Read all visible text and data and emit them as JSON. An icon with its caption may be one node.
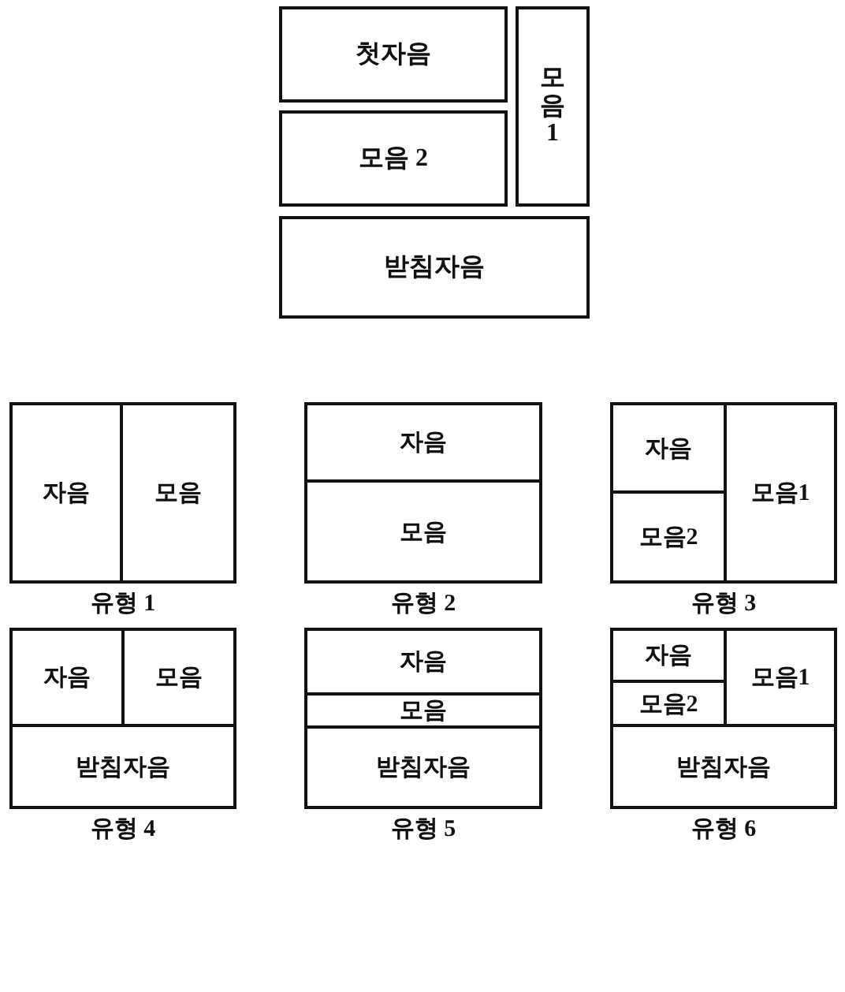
{
  "diagram": {
    "nodes": [
      {
        "text": [
          "첫자음"
        ]
      },
      {
        "text": [
          "모음 2"
        ]
      },
      {
        "text": [
          "모음 1"
        ]
      },
      {
        "text": [
          "받침자음"
        ]
      },
      {
        "text": [],
        "shape": "box",
        "beside": [
          "유형 1"
        ]
      },
      {
        "text": [
          "자음"
        ],
        "in": 4
      },
      {
        "text": [
          "모음"
        ],
        "in": 4
      },
      {
        "text": [],
        "shape": "box",
        "beside": [
          "유형 2"
        ]
      },
      {
        "text": [
          "자음"
        ],
        "in": 7
      },
      {
        "text": [
          "모음"
        ],
        "in": 7
      },
      {
        "text": [],
        "shape": "box",
        "beside": [
          "유형 3"
        ]
      },
      {
        "text": [
          "자음"
        ],
        "in": 10
      },
      {
        "text": [
          "모음1"
        ],
        "in": 10
      },
      {
        "text": [
          "모음2"
        ],
        "in": 10
      },
      {
        "text": [],
        "shape": "box",
        "beside": [
          "유형 4"
        ]
      },
      {
        "text": [
          "자음"
        ],
        "in": 14
      },
      {
        "text": [
          "모음"
        ],
        "in": 14
      },
      {
        "text": [
          "받침자음"
        ],
        "in": 14
      },
      {
        "text": [],
        "shape": "box",
        "beside": [
          "유형 5"
        ]
      },
      {
        "text": [
          "자음"
        ],
        "in": 18
      },
      {
        "text": [
          "모음"
        ],
        "in": 18
      },
      {
        "text": [
          "받침자음"
        ],
        "in": 18
      },
      {
        "text": [],
        "shape": "box",
        "beside": [
          "유형 6"
        ]
      },
      {
        "text": [
          "자음"
        ],
        "in": 22
      },
      {
        "text": [
          "모음1"
        ],
        "in": 22
      },
      {
        "text": [
          "모음2"
        ],
        "in": 22
      },
      {
        "text": [
          "받침자음"
        ],
        "in": 22
      }
    ]
  }
}
